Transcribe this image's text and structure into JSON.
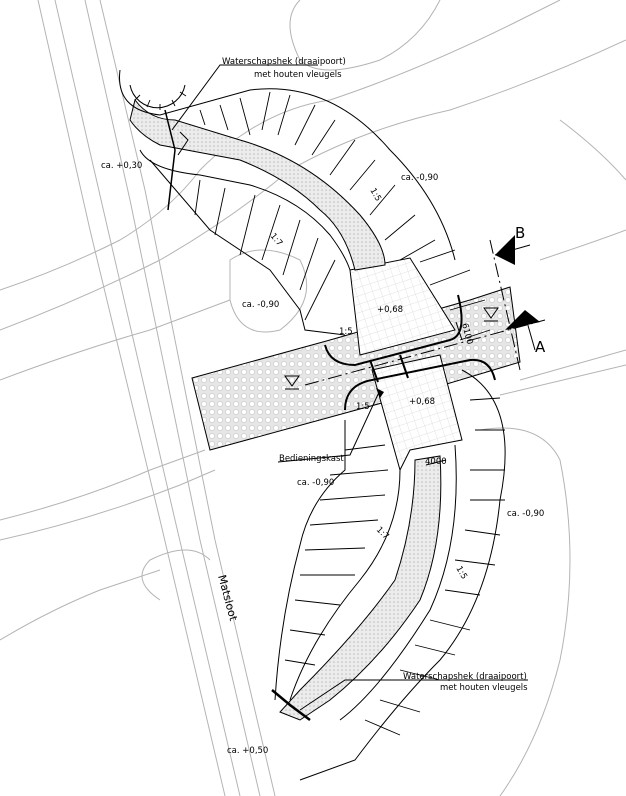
{
  "labels": {
    "gate_north_line1": "Waterschapshek (draaipoort)",
    "gate_north_line2": "met houten vleugels",
    "gate_south_line1": "Waterschapshek (draaipoort)",
    "gate_south_line2": "met houten vleugels",
    "level_nw": "ca. +0,30",
    "level_ne": "ca. -0,90",
    "level_w": "ca. -0,90",
    "level_sw": "ca. -0,90",
    "level_e": "ca. -0,90",
    "level_s": "ca. +0,50",
    "platform_north": "+0,68",
    "platform_south": "+0,68",
    "slope_1": "1:5",
    "slope_2": "1:7",
    "slope_3": "1:5",
    "slope_4": "1:5",
    "slope_5": "1:7",
    "slope_6": "1:5",
    "dim_width": "6100",
    "dim_path": "4000",
    "control_box": "Bedieningskast",
    "waterway": "Matsloot",
    "section_b": "B",
    "section_a": "A"
  },
  "colors": {
    "line": "#000000",
    "contour": "#b4b4b4",
    "hatch": "#d0d0d0"
  }
}
